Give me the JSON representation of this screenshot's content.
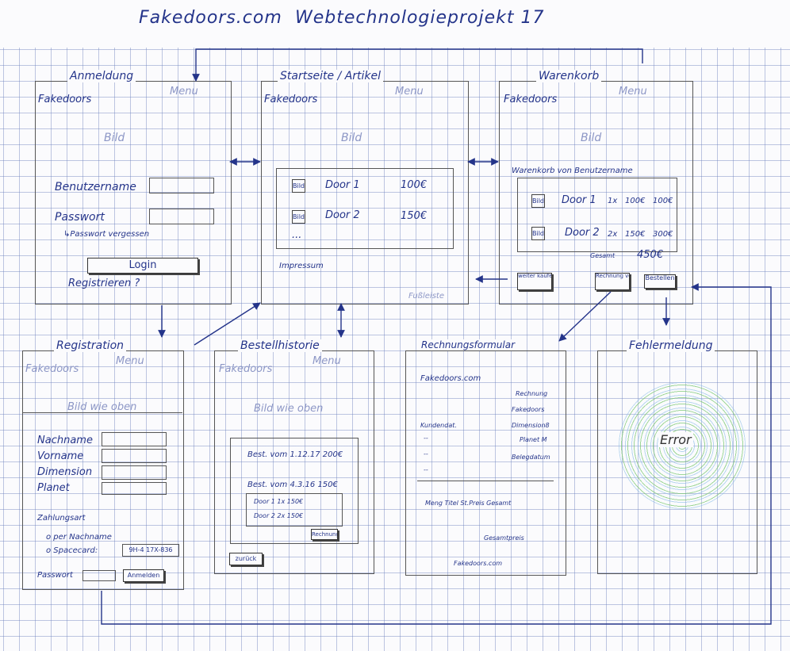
{
  "header": {
    "site": "Fakedoors.com",
    "project": "Webtechnologieprojekt 17"
  },
  "common": {
    "logo": "Fakedoors",
    "menu": "Menu",
    "bild": "Bild",
    "bild_wie_oben": "Bild wie oben"
  },
  "login": {
    "title": "Anmeldung",
    "username_label": "Benutzername",
    "password_label": "Passwort",
    "forgot": "↳Passwort vergessen",
    "login_button": "Login",
    "register_link": "Registrieren ?"
  },
  "start": {
    "title": "Startseite / Artikel",
    "items": [
      {
        "img": "Bild",
        "name": "Door 1",
        "price": "100€"
      },
      {
        "img": "Bild",
        "name": "Door 2",
        "price": "150€"
      }
    ],
    "more": "...",
    "impressum": "Impressum",
    "footer": "Fußleiste"
  },
  "cart": {
    "title": "Warenkorb",
    "heading": "Warenkorb von Benutzername",
    "items": [
      {
        "img": "Bild",
        "name": "Door 1",
        "qty": "1x",
        "unit": "100€",
        "total": "100€"
      },
      {
        "img": "Bild",
        "name": "Door 2",
        "qty": "2x",
        "unit": "150€",
        "total": "300€"
      }
    ],
    "total_label": "Gesamt",
    "total_value": "450€",
    "btn_continue": "weiter kaufen",
    "btn_invoice": "Rechnung vorschau",
    "btn_order": "Bestellen"
  },
  "registration": {
    "title": "Registration",
    "fields": [
      "Nachname",
      "Vorname",
      "Dimension",
      "Planet"
    ],
    "payment_label": "Zahlungsart",
    "payment_options": [
      "o per Nachname",
      "o Spacecard:"
    ],
    "card_number": "9H-4 17X-836",
    "password_label": "Passwort",
    "submit": "Anmelden"
  },
  "history": {
    "title": "Bestellhistorie",
    "order1": "Best. vom 1.12.17  200€",
    "order2": "Best. vom 4.3.16  150€",
    "order2_items": [
      "Door 1  1x 150€",
      "Door 2  2x 150€"
    ],
    "reorder": "Rechnung",
    "back": "zurück"
  },
  "invoice": {
    "title": "Rechnungsformular",
    "site": "Fakedoors.com",
    "sender": [
      "Rechnung",
      "Fakedoors",
      "Dimension8",
      "Planet M",
      "Belegdatum"
    ],
    "customer_label": "Kundendat.",
    "customer_lines": [
      "--",
      "--",
      "--"
    ],
    "columns": "Meng  Titel  St.Preis  Gesamt",
    "total": "Gesamtpreis",
    "footer": "Fakedoors.com"
  },
  "error": {
    "title": "Fehlermeldung",
    "text": "Error"
  }
}
